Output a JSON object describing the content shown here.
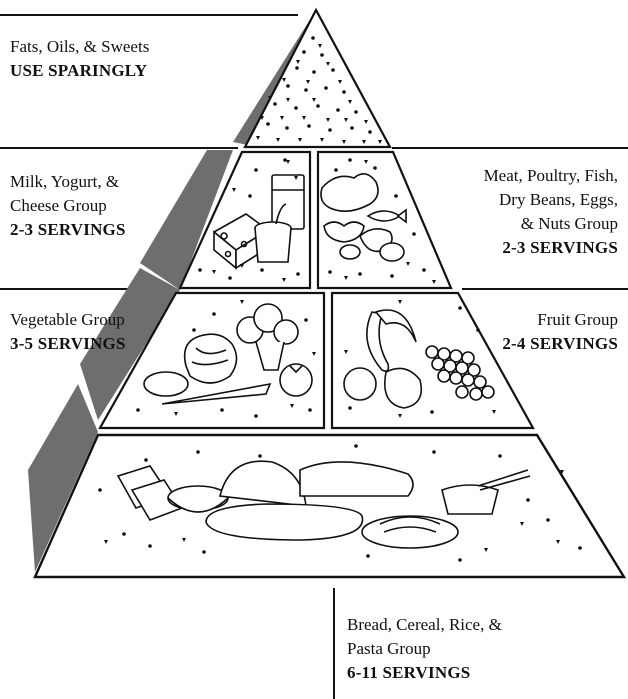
{
  "title": "",
  "tiers": {
    "fats": {
      "name": "Fats, Oils, & Sweets",
      "servings": "USE SPARINGLY"
    },
    "milk": {
      "name_line1": "Milk, Yogurt, &",
      "name_line2": "Cheese Group",
      "servings": "2-3 SERVINGS"
    },
    "meat": {
      "name_line1": "Meat, Poultry, Fish,",
      "name_line2": "Dry Beans, Eggs,",
      "name_line3": "& Nuts Group",
      "servings": "2-3 SERVINGS"
    },
    "vegetable": {
      "name": "Vegetable Group",
      "servings": "3-5 SERVINGS"
    },
    "fruit": {
      "name": "Fruit Group",
      "servings": "2-4 SERVINGS"
    },
    "bread": {
      "name_line1": "Bread, Cereal, Rice, &",
      "name_line2": "Pasta Group",
      "servings": "6-11 SERVINGS"
    }
  },
  "colors": {
    "ink": "#111111",
    "shade": "#6e6e6e",
    "paper": "#ffffff"
  }
}
